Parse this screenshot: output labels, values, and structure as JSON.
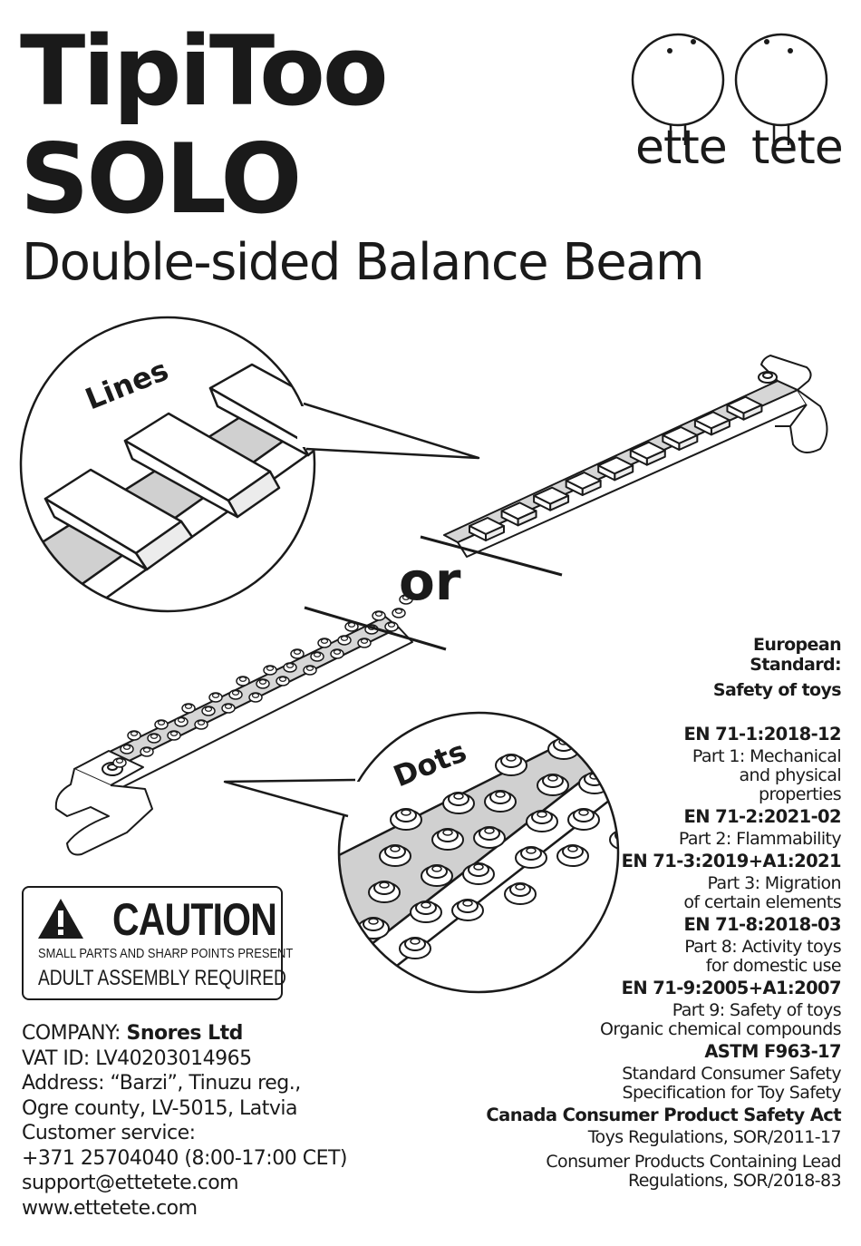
{
  "title": {
    "line1": "TipiToo",
    "line2": "SOLO"
  },
  "subtitle": "Double-sided Balance Beam",
  "logo": {
    "left_word": "ette",
    "right_word": "tete"
  },
  "illustration": {
    "lines_label": "Lines",
    "dots_label": "Dots",
    "or_label": "or"
  },
  "caution": {
    "icon": "warning-triangle-icon",
    "title": "CAUTION",
    "line1": "SMALL PARTS AND SHARP POINTS PRESENT",
    "line2": "ADULT ASSEMBLY REQUIRED"
  },
  "company": {
    "label": "COMPANY:",
    "name": "Snores Ltd",
    "vat": "VAT ID: LV40203014965",
    "address1": "Address: “Barzi”, Tinuzu reg.,",
    "address2": "Ogre county, LV-5015, Latvia",
    "service_label": "Customer service:",
    "phone": "+371 25704040 (8:00-17:00 CET)",
    "email": "support@ettetete.com",
    "website": "www.ettetete.com"
  },
  "standards": {
    "heading1": "European",
    "heading2": "Standard:",
    "heading3": "Safety of toys",
    "items": [
      {
        "code": "EN 71-1:2018-12",
        "desc": [
          "Part 1: Mechanical",
          "and physical",
          "properties"
        ]
      },
      {
        "code": "EN 71-2:2021-02",
        "desc": [
          "Part 2: Flammability"
        ]
      },
      {
        "code": "EN 71-3:2019+A1:2021",
        "desc": [
          "Part 3: Migration",
          "of certain elements"
        ]
      },
      {
        "code": "EN 71-8:2018-03",
        "desc": [
          "Part 8: Activity toys",
          "for domestic use"
        ]
      },
      {
        "code": "EN 71-9:2005+A1:2007",
        "desc": [
          "Part 9: Safety of toys",
          "Organic chemical compounds"
        ]
      },
      {
        "code": "ASTM F963-17",
        "desc": [
          "Standard Consumer Safety",
          "Specification for Toy Safety"
        ]
      },
      {
        "code": "Canada Consumer Product Safety Act",
        "desc": [
          "Toys Regulations, SOR/2011-17"
        ]
      },
      {
        "code": "",
        "desc": [
          "Consumer Products Containing Lead",
          "Regulations, SOR/2018-83"
        ]
      }
    ]
  }
}
